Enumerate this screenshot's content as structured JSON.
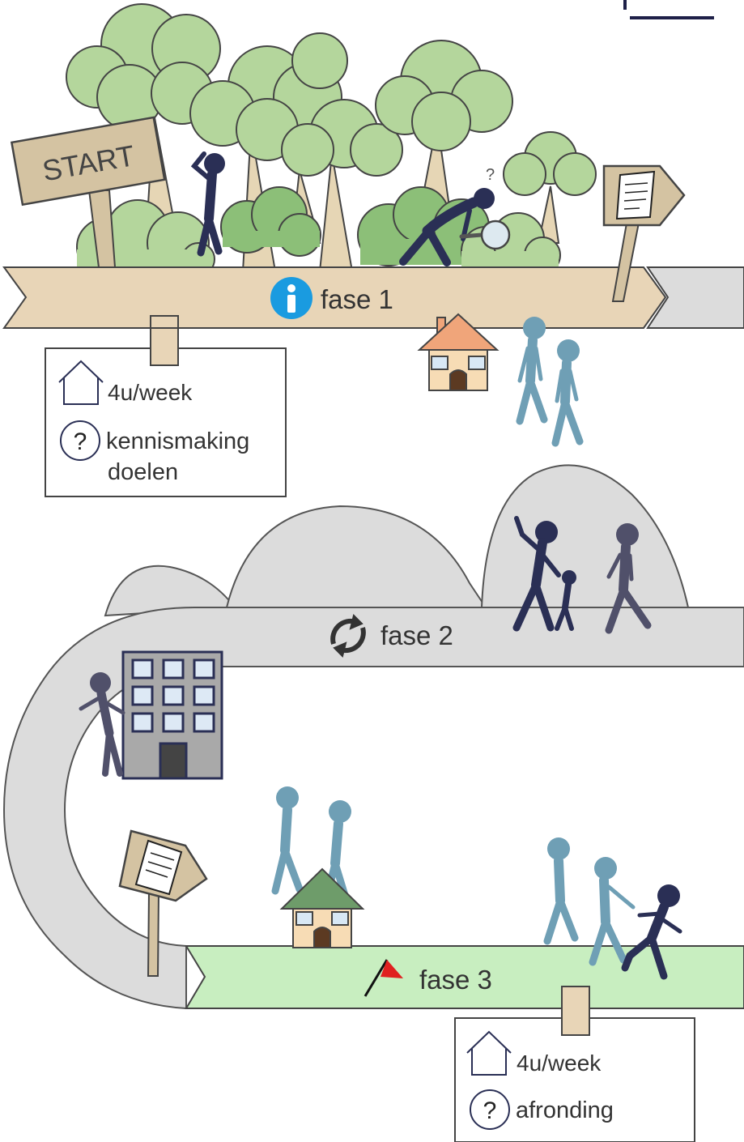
{
  "start_sign": "START",
  "phase1": {
    "label": "fase 1",
    "card": {
      "hours": "4u/week",
      "topic_line1": "kennismaking",
      "topic_line2": "doelen"
    }
  },
  "phase2": {
    "label": "fase 2"
  },
  "phase3": {
    "label": "fase 3",
    "card": {
      "hours": "4u/week",
      "topic": "afronding"
    }
  },
  "colors": {
    "phase1_road": "#e8d5b7",
    "phase2_road": "#dcdcdc",
    "phase3_road": "#c8eec0",
    "info_blue": "#1a9be0",
    "navy_figure": "#2a2f55",
    "blue_figure": "#6f9fb5",
    "gray_figure": "#50506a",
    "tree_green": "#b4d69c",
    "bush_green": "#8cbf78",
    "flag_red": "#e02020"
  },
  "icons": [
    "info-icon",
    "refresh-icon",
    "flag-icon",
    "house-icon",
    "question-icon",
    "document-icon"
  ]
}
